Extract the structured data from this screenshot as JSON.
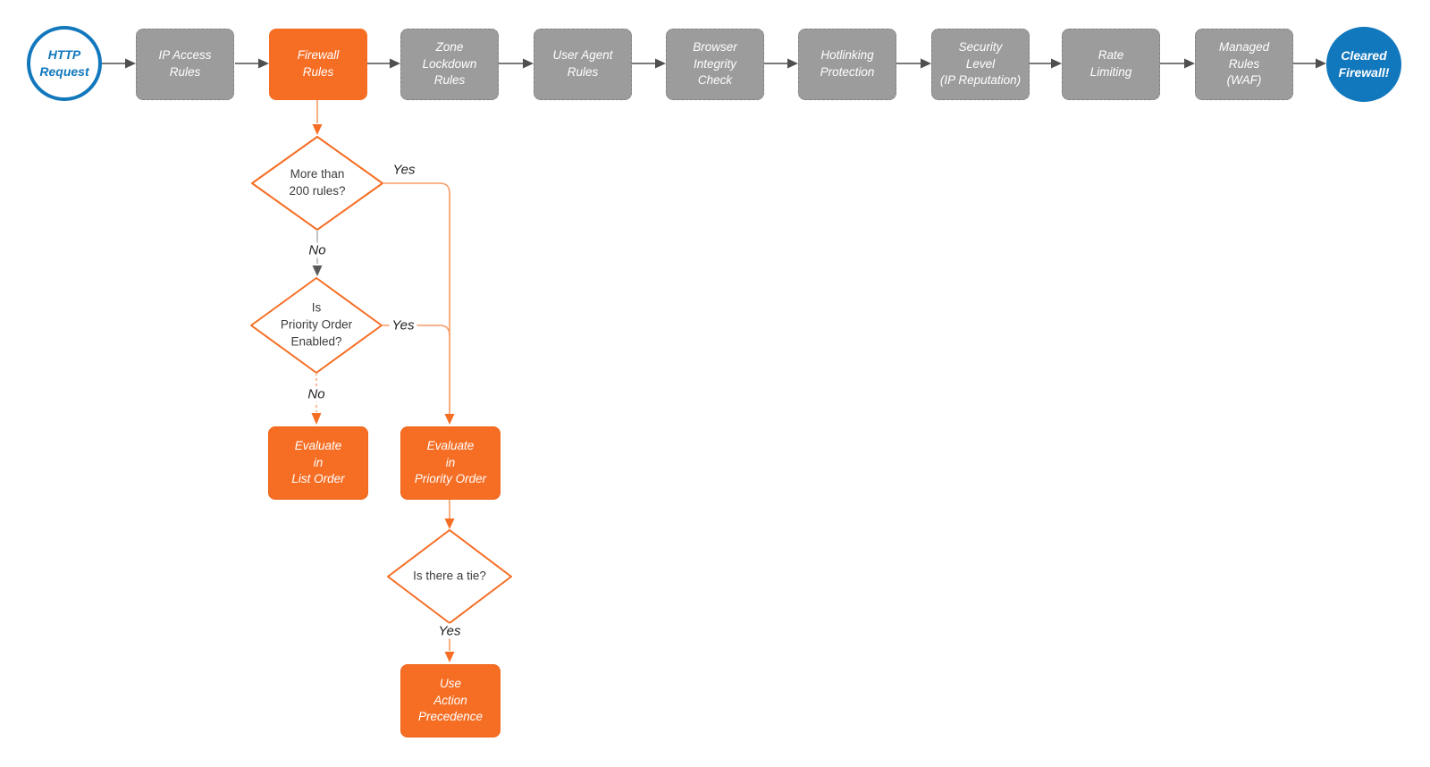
{
  "flowchart": {
    "start": {
      "label": "HTTP\nRequest"
    },
    "pipeline": [
      {
        "label": "IP Access\nRules"
      },
      {
        "label": "Firewall\nRules",
        "highlighted": true
      },
      {
        "label": "Zone\nLockdown\nRules"
      },
      {
        "label": "User Agent\nRules"
      },
      {
        "label": "Browser\nIntegrity\nCheck"
      },
      {
        "label": "Hotlinking\nProtection"
      },
      {
        "label": "Security\nLevel\n(IP Reputation)"
      },
      {
        "label": "Rate\nLimiting"
      },
      {
        "label": "Managed\nRules\n(WAF)"
      }
    ],
    "end": {
      "label": "Cleared\nFirewall!"
    },
    "decisions": [
      {
        "label": "More than\n200 rules?"
      },
      {
        "label": "Is\nPriority Order\nEnabled?"
      },
      {
        "label": "Is there a tie?"
      }
    ],
    "actions": [
      {
        "label": "Evaluate\nin\nList Order"
      },
      {
        "label": "Evaluate\nin\nPriority Order"
      },
      {
        "label": "Use\nAction\nPrecedence"
      }
    ],
    "edge_labels": {
      "more_than_200_yes": "Yes",
      "more_than_200_no": "No",
      "priority_enabled_yes": "Yes",
      "priority_enabled_no": "No",
      "tie_yes": "Yes"
    },
    "colors": {
      "accent_orange": "#f66e24",
      "connector_orange_light": "#f79b66",
      "node_gray": "#9c9c9c",
      "brand_blue": "#1278bd",
      "connector_dark": "#4f4f4f"
    }
  }
}
